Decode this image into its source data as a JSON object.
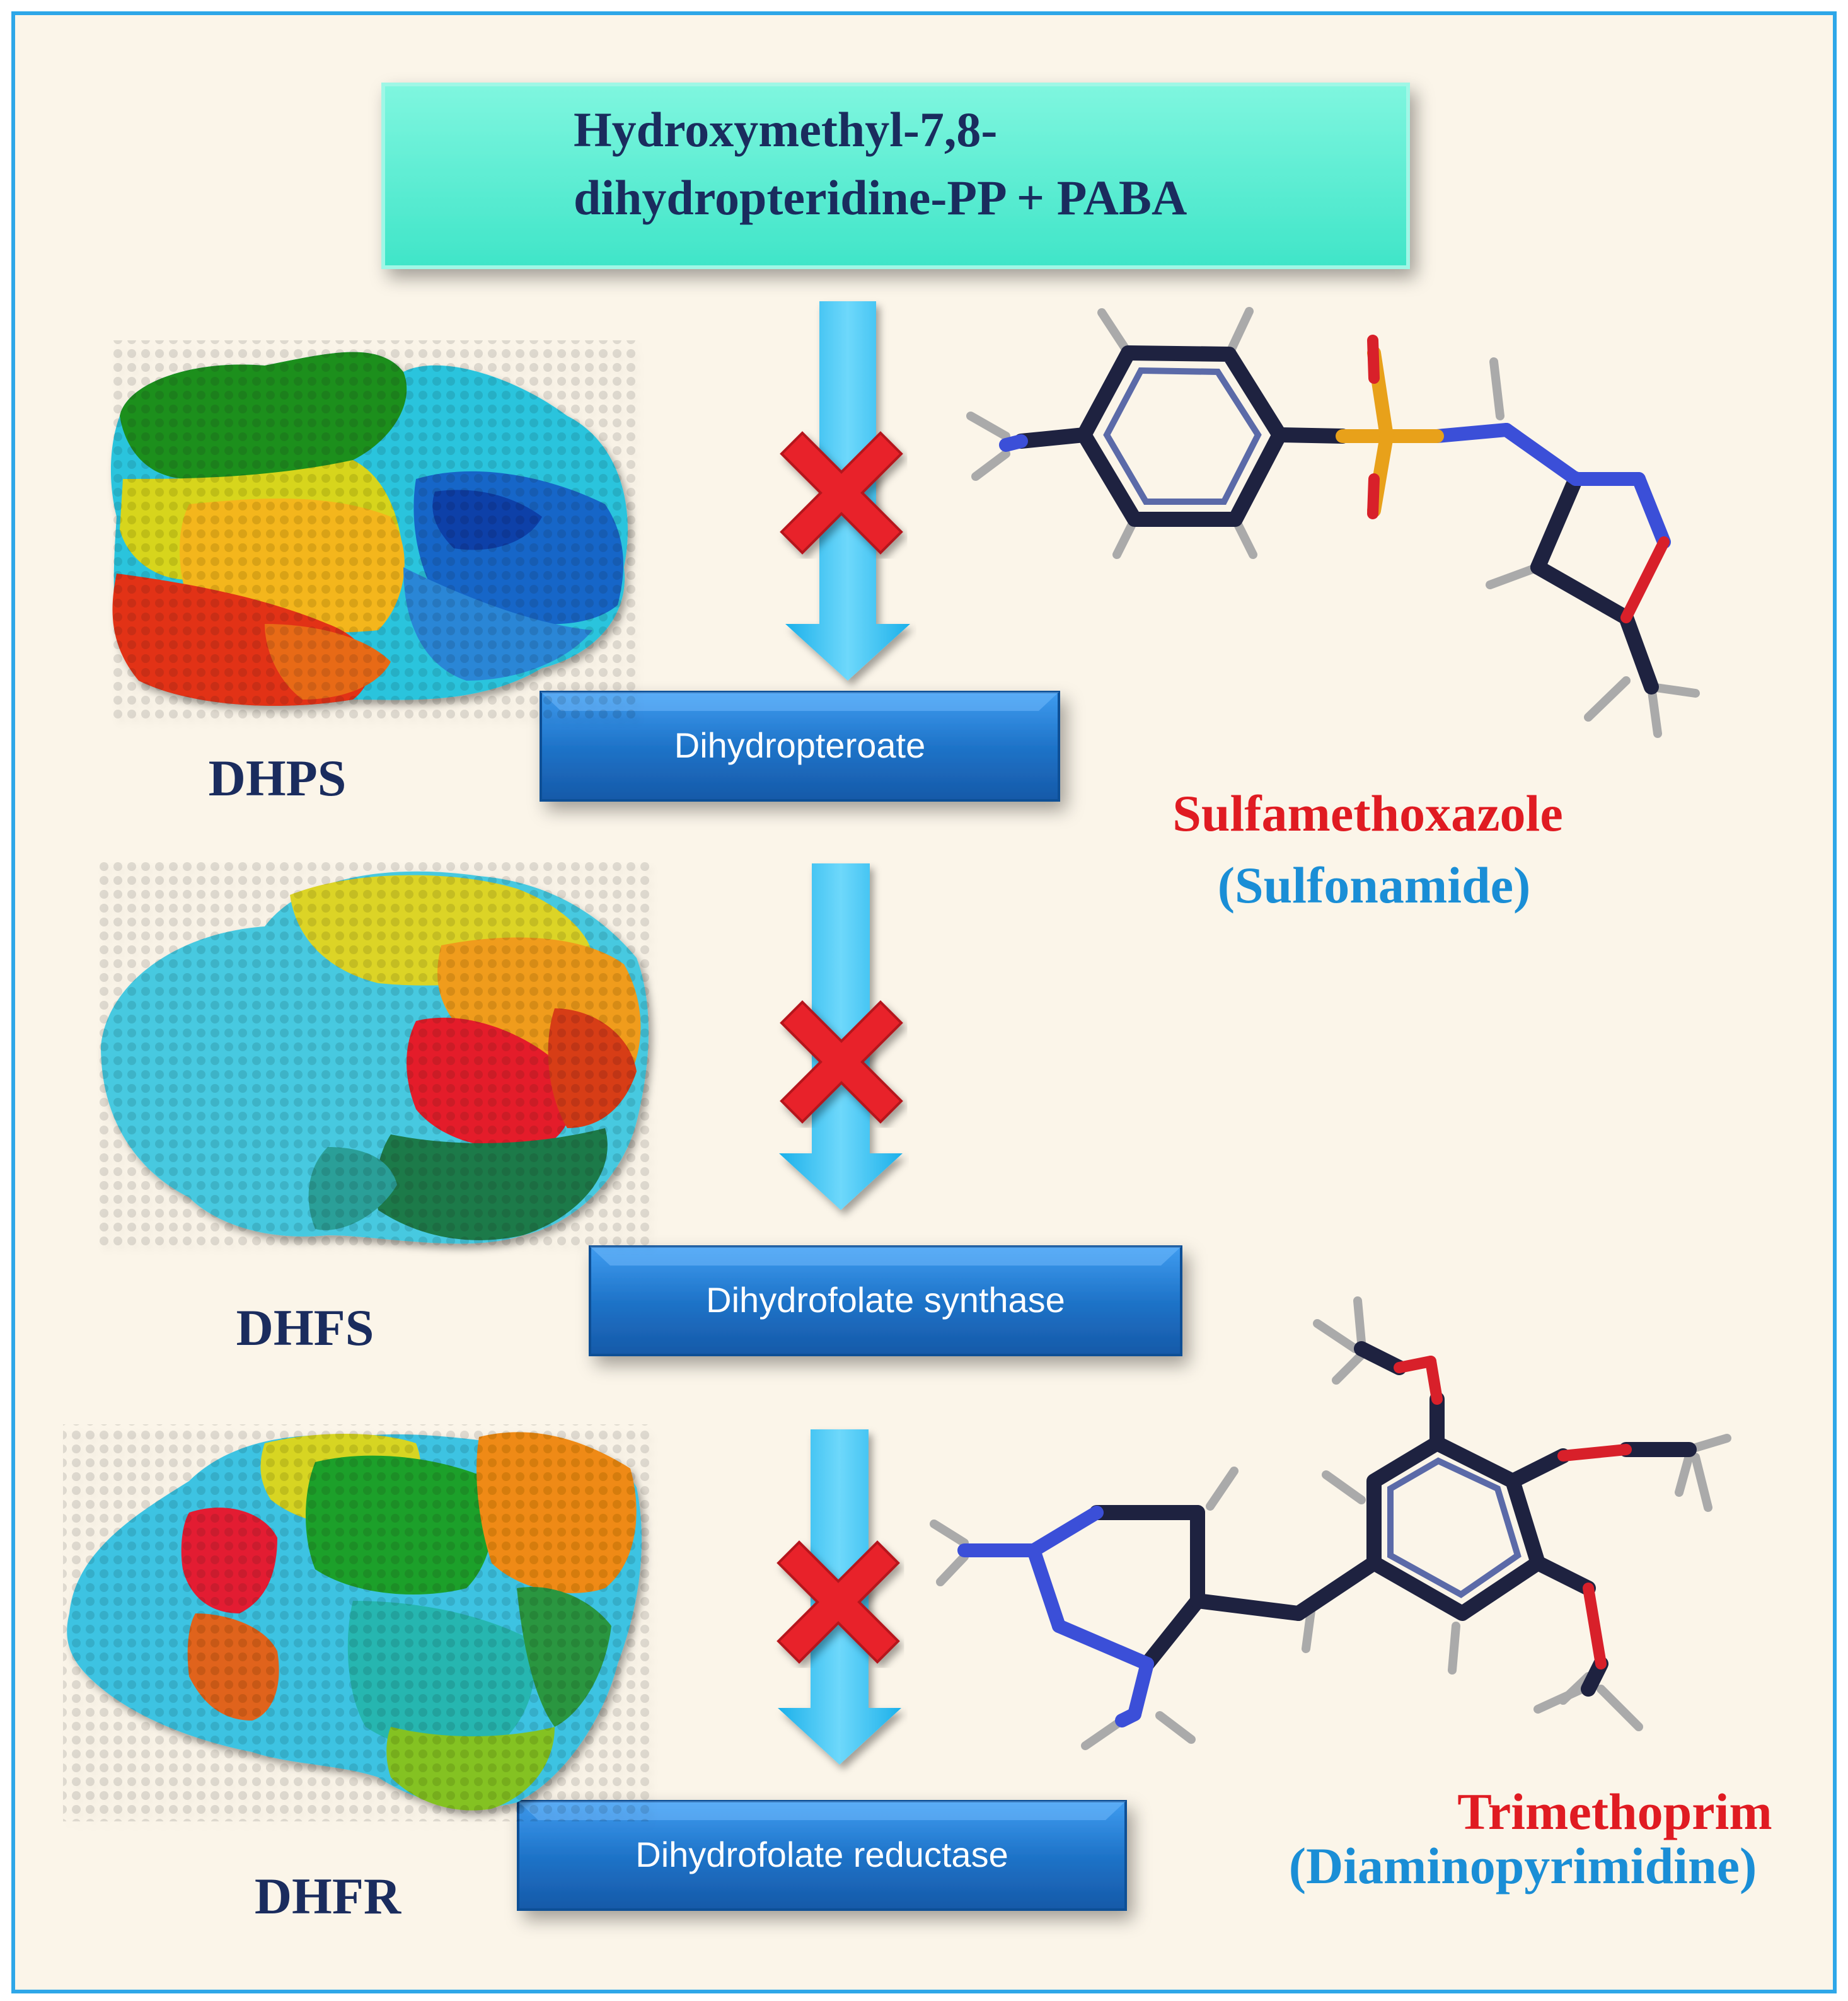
{
  "colors": {
    "background": "#fbf5e9",
    "frame_border": "#2ea7e8",
    "substrate_box": "#4ff0d2",
    "arrow": "#38c4f2",
    "inhibit_cross": "#e8212a",
    "step_box": "#1f74c9",
    "enzyme_label": "#1a2c5e",
    "drug_name": "#e01b22",
    "drug_class": "#1a8ed6"
  },
  "substrate": {
    "line1": "Hydroxymethyl-7,8-",
    "line2": "dihydropteridine-PP +  PABA"
  },
  "steps": [
    {
      "label": "Dihydropteroate"
    },
    {
      "label": "Dihydrofolate synthase"
    },
    {
      "label": "Dihydrofolate reductase"
    }
  ],
  "enzymes": [
    {
      "label": "DHPS"
    },
    {
      "label": "DHFS"
    },
    {
      "label": "DHFR"
    }
  ],
  "drugs": [
    {
      "name": "Sulfamethoxazole",
      "class": "(Sulfonamide)"
    },
    {
      "name": "Trimethoprim",
      "class": "(Diaminopyrimidine)"
    }
  ],
  "icons": {
    "arrow": "arrow-down-icon",
    "inhibition": "inhibition-x-icon"
  }
}
